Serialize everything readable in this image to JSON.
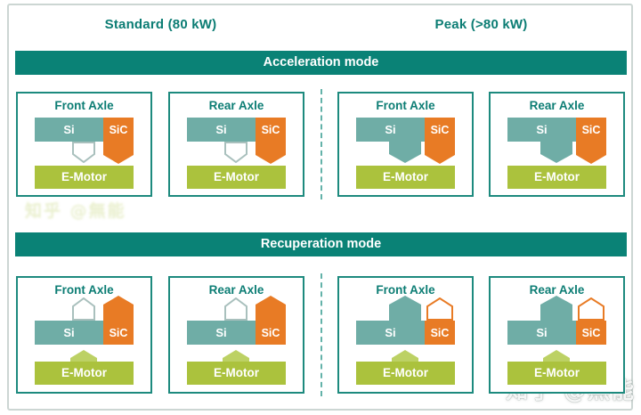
{
  "diagram": {
    "column_headers": [
      {
        "id": "standard",
        "label": "Standard (80 kW)"
      },
      {
        "id": "peak",
        "label": "Peak (>80 kW)"
      }
    ],
    "labels": {
      "si": "Si",
      "sic": "SiC",
      "emotor": "E-Motor"
    },
    "sections": [
      {
        "banner": "Acceleration mode",
        "flow_direction": "down",
        "panels": [
          {
            "column": "standard",
            "title": "Front Axle",
            "si_flow": "inactive",
            "sic_flow": "active",
            "emotor_flow": false
          },
          {
            "column": "standard",
            "title": "Rear Axle",
            "si_flow": "inactive",
            "sic_flow": "active",
            "emotor_flow": false
          },
          {
            "column": "peak",
            "title": "Front Axle",
            "si_flow": "active",
            "sic_flow": "active",
            "emotor_flow": false
          },
          {
            "column": "peak",
            "title": "Rear Axle",
            "si_flow": "active",
            "sic_flow": "active",
            "emotor_flow": false
          }
        ]
      },
      {
        "banner": "Recuperation mode",
        "flow_direction": "up",
        "panels": [
          {
            "column": "standard",
            "title": "Front Axle",
            "si_flow": "inactive",
            "sic_flow": "active",
            "emotor_flow": true
          },
          {
            "column": "standard",
            "title": "Rear Axle",
            "si_flow": "inactive",
            "sic_flow": "active",
            "emotor_flow": true
          },
          {
            "column": "peak",
            "title": "Front Axle",
            "si_flow": "active",
            "sic_flow": "inactive",
            "emotor_flow": true
          },
          {
            "column": "peak",
            "title": "Rear Axle",
            "si_flow": "active",
            "sic_flow": "inactive",
            "emotor_flow": true
          }
        ]
      }
    ],
    "colors": {
      "banner_teal": "#0a8276",
      "panel_border": "#1d8a7e",
      "heading_text": "#0c7d74",
      "si_teal": "#6fada6",
      "sic_orange": "#e87b25",
      "emotor_green": "#abc23d",
      "emotor_arrow_green": "#bcd164",
      "inactive_outline": "#a9c0bd",
      "divider_teal": "#63b2a9",
      "frame_gray": "#ccd6d3"
    },
    "watermark": "知乎 @無能"
  }
}
